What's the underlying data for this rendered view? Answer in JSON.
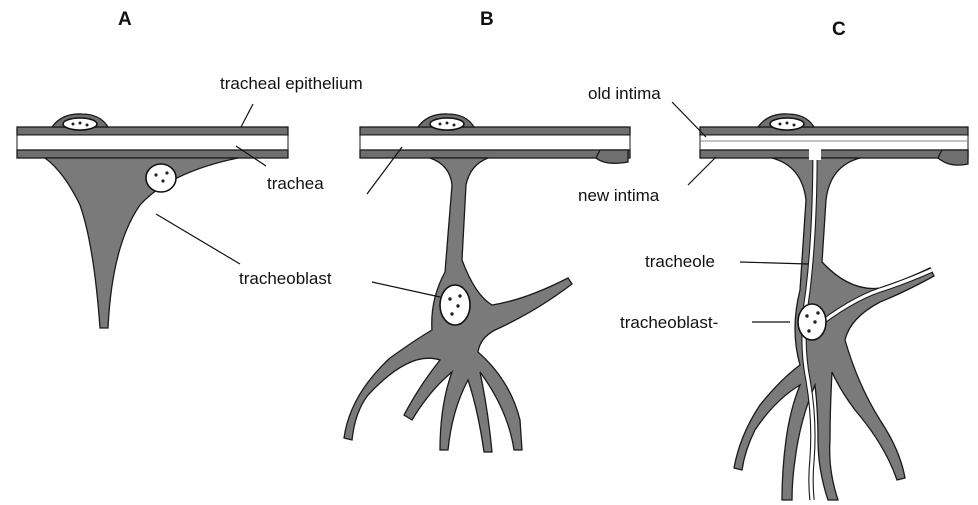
{
  "panels": [
    {
      "letter": "A"
    },
    {
      "letter": "B"
    },
    {
      "letter": "C"
    }
  ],
  "labels": {
    "tracheal_epithelium": "tracheal epithelium",
    "trachea": "trachea",
    "tracheoblast_b": "tracheoblast",
    "old_intima": "old intima",
    "new_intima": "new intima",
    "tracheole": "tracheole",
    "tracheoblast_c": "tracheoblast-"
  },
  "colors": {
    "ink": "#111111",
    "stipple": "#6f6f6f",
    "background": "#ffffff"
  }
}
